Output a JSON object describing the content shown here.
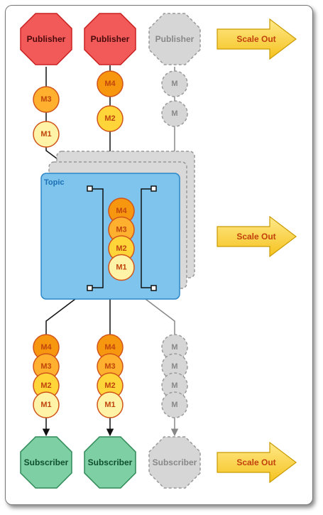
{
  "publishers": [
    {
      "label": "Publisher",
      "state": "active"
    },
    {
      "label": "Publisher",
      "state": "active"
    },
    {
      "label": "Publisher",
      "state": "inactive"
    }
  ],
  "subscribers": [
    {
      "label": "Subscriber",
      "state": "active"
    },
    {
      "label": "Subscriber",
      "state": "active"
    },
    {
      "label": "Subscriber",
      "state": "inactive"
    }
  ],
  "topic": {
    "label": "Topic",
    "messages": [
      "M4",
      "M3",
      "M2",
      "M1"
    ]
  },
  "publisher_queues": [
    [
      "M3",
      "M1"
    ],
    [
      "M4",
      "M2"
    ],
    [
      "M",
      "M"
    ]
  ],
  "subscriber_queues": [
    [
      "M4",
      "M3",
      "M2",
      "M1"
    ],
    [
      "M4",
      "M3",
      "M2",
      "M1"
    ],
    [
      "M",
      "M",
      "M",
      "M"
    ]
  ],
  "scale_out": [
    "Scale Out",
    "Scale Out",
    "Scale Out"
  ],
  "colors": {
    "publisher": "#f25a5a",
    "subscriber": "#7ecfa3",
    "inactive": "#d6d6d6",
    "topic": "#7ec4ec",
    "arrow": "#ffd84a",
    "m1": "#fff3a8",
    "m2": "#ffd53a",
    "m3": "#ffb02e",
    "m4": "#f7960f"
  }
}
